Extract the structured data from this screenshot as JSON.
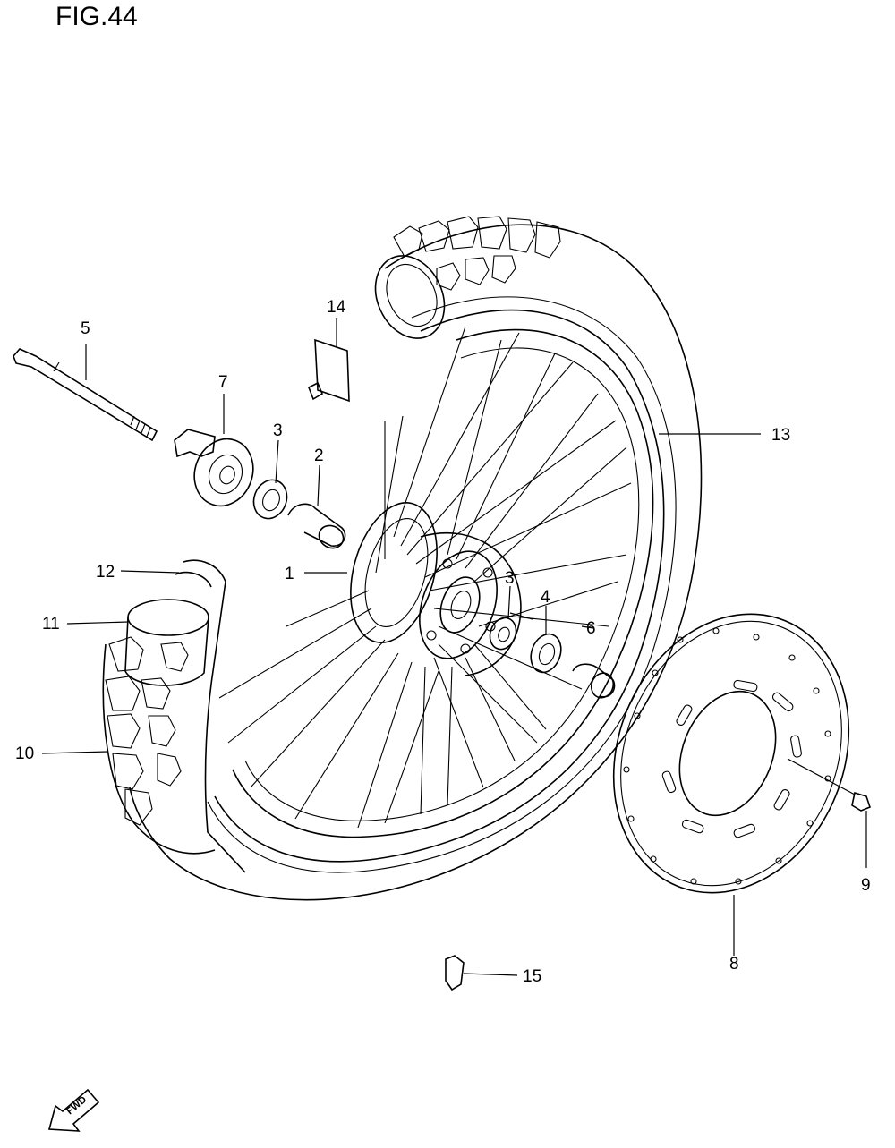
{
  "figure": {
    "title": "FIG.44"
  },
  "callouts": {
    "c1": "1",
    "c2": "2",
    "c3a": "3",
    "c3b": "3",
    "c4": "4",
    "c5": "5",
    "c6": "6",
    "c7": "7",
    "c8": "8",
    "c9": "9",
    "c10": "10",
    "c11": "11",
    "c12": "12",
    "c13": "13",
    "c14": "14",
    "c15": "15"
  },
  "fwd_arrow": {
    "label": "FWD"
  }
}
